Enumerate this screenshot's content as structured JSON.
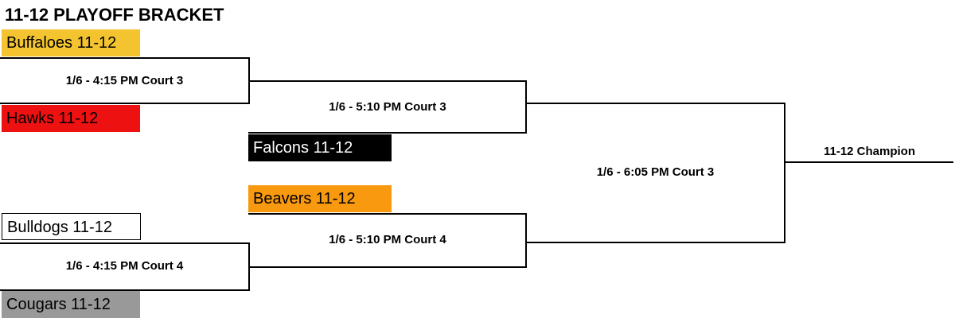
{
  "title": "11-12 PLAYOFF BRACKET",
  "teams": [
    {
      "name": "Buffaloes 11-12",
      "bg": "#f4c430",
      "fg": "#000000"
    },
    {
      "name": "Hawks 11-12",
      "bg": "#ee1111",
      "fg": "#000000"
    },
    {
      "name": "Falcons 11-12",
      "bg": "#000000",
      "fg": "#ffffff"
    },
    {
      "name": "Beavers 11-12",
      "bg": "#f9990f",
      "fg": "#000000"
    },
    {
      "name": "Bulldogs 11-12",
      "bg": "#ffffff",
      "fg": "#000000",
      "border": "#000000"
    },
    {
      "name": "Cougars 11-12",
      "bg": "#999999",
      "fg": "#000000"
    }
  ],
  "games": [
    "1/6 - 4:15 PM Court 3",
    "1/6 - 4:15 PM Court 4",
    "1/6 - 5:10 PM Court 3",
    "1/6 - 5:10 PM Court 4",
    "1/6 - 6:05 PM Court 3"
  ],
  "champion_label": "11-12 Champion"
}
